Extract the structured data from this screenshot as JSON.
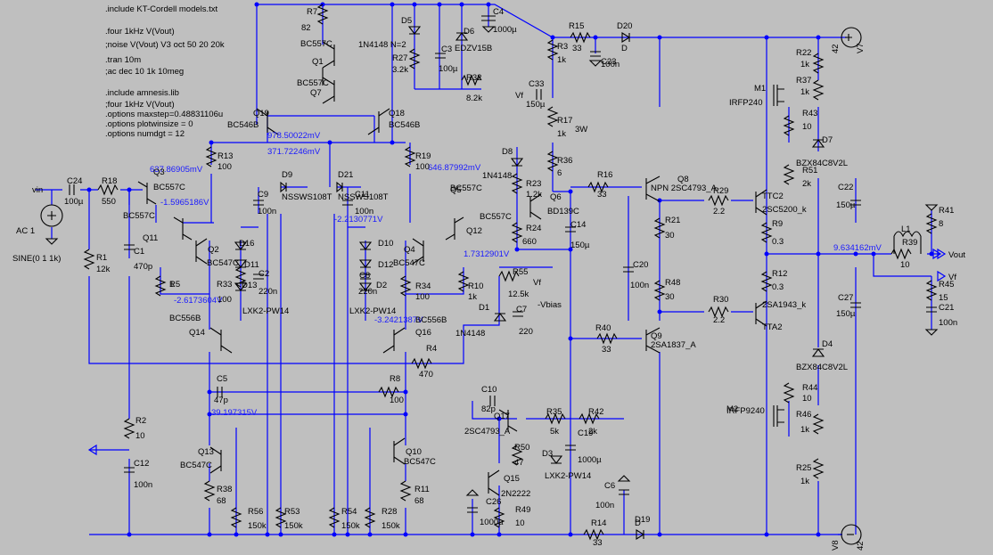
{
  "directives": [
    ".include KT-Cordell models.txt",
    ".four 1kHz V(Vout)",
    ";noise V(Vout) V3 oct 50 20 20k",
    ".tran 10m",
    ";ac dec 10 1k 10meg",
    ".include amnesis.lib",
    ";four 1kHz V(Vout)",
    ".options maxstep=0.48831106u",
    ".options plotwinsize = 0",
    ".options numdgt = 12"
  ],
  "labels": {
    "vin": "vin",
    "ac": "AC 1",
    "sine": "SINE(0 1 1k)",
    "vout": "Vout",
    "vf": "Vf",
    "vf2": "Vf",
    "vf3": "Vf",
    "vbias": "-Vbias",
    "w3": "3W",
    "v7": "V7",
    "v7v": "42",
    "v8": "V8",
    "v8v": "42"
  },
  "voltages": {
    "v1": "978.50022mV",
    "v2": "371.72246mV",
    "v3": "637.86905mV",
    "v4": "-1.5965186V",
    "v5": "646.87992mV",
    "v6": "-2.2130771V",
    "v7": "1.7312901V",
    "v8": "-2.6173604V",
    "v9": "-3.2421387V",
    "v10": "39.197315V",
    "v11": "9.634162mV"
  },
  "components": [
    {
      "ref": "R7",
      "val": "82"
    },
    {
      "ref": "D5",
      "val": "1N4148 N=2"
    },
    {
      "ref": "C4",
      "val": "1000µ"
    },
    {
      "ref": "R15",
      "val": "33"
    },
    {
      "ref": "D20",
      "val": "D"
    },
    {
      "ref": "C23",
      "val": "100n"
    },
    {
      "ref": "R3",
      "val": "1k"
    },
    {
      "ref": "Q1",
      "val": "BC557C"
    },
    {
      "ref": "R27",
      "val": "3.2k"
    },
    {
      "ref": "C3",
      "val": "100µ"
    },
    {
      "ref": "D6",
      "val": "EDZV15B"
    },
    {
      "ref": "R32",
      "val": "8.2k"
    },
    {
      "ref": "Q7",
      "val": "BC557C"
    },
    {
      "ref": "C33",
      "val": "150µ"
    },
    {
      "ref": "R17",
      "val": "1k"
    },
    {
      "ref": "Q19",
      "val": "BC546B"
    },
    {
      "ref": "Q18",
      "val": "BC546B"
    },
    {
      "ref": "R13",
      "val": "100"
    },
    {
      "ref": "R19",
      "val": "100"
    },
    {
      "ref": "D8",
      "val": "1N4148"
    },
    {
      "ref": "R36",
      "val": "6"
    },
    {
      "ref": "C24",
      "val": "100µ"
    },
    {
      "ref": "R18",
      "val": "550"
    },
    {
      "ref": "Q3",
      "val": "BC557C"
    },
    {
      "ref": "D9",
      "val": "NSSWS108T"
    },
    {
      "ref": "D21",
      "val": "NSSWS108T"
    },
    {
      "ref": "C9",
      "val": "100n"
    },
    {
      "ref": "C11",
      "val": "100n"
    },
    {
      "ref": "R23",
      "val": "1.2k"
    },
    {
      "ref": "Q6",
      "val": "BD139C"
    },
    {
      "ref": "R16",
      "val": "33"
    },
    {
      "ref": "Q5",
      "val": "BC557C"
    },
    {
      "ref": "Q11",
      "val": "BC557C"
    },
    {
      "ref": "Q12",
      "val": "BC557C"
    },
    {
      "ref": "D16",
      "val": ""
    },
    {
      "ref": "D10",
      "val": ""
    },
    {
      "ref": "R24",
      "val": "660"
    },
    {
      "ref": "C14",
      "val": "150µ"
    },
    {
      "ref": "R1",
      "val": "12k"
    },
    {
      "ref": "C1",
      "val": "470p"
    },
    {
      "ref": "Q2",
      "val": "BC547C"
    },
    {
      "ref": "D11",
      "val": ""
    },
    {
      "ref": "Q4",
      "val": "BC547C"
    },
    {
      "ref": "D12",
      "val": ""
    },
    {
      "ref": "R55",
      "val": "12.5k"
    },
    {
      "ref": "C2",
      "val": "220n"
    },
    {
      "ref": "C8",
      "val": "220n"
    },
    {
      "ref": "R5",
      "val": "1"
    },
    {
      "ref": "R33",
      "val": "100"
    },
    {
      "ref": "D13",
      "val": "LXK2-PW14"
    },
    {
      "ref": "D2",
      "val": "LXK2-PW14"
    },
    {
      "ref": "R34",
      "val": "100"
    },
    {
      "ref": "R10",
      "val": "1k"
    },
    {
      "ref": "D1",
      "val": "1N4148"
    },
    {
      "ref": "C7",
      "val": "220"
    },
    {
      "ref": "Q14",
      "val": "BC556B"
    },
    {
      "ref": "Q16",
      "val": "BC556B"
    },
    {
      "ref": "R4",
      "val": "470"
    },
    {
      "ref": "C5",
      "val": "47p"
    },
    {
      "ref": "R8",
      "val": "100"
    },
    {
      "ref": "C10",
      "val": "82p"
    },
    {
      "ref": "R35",
      "val": "5k"
    },
    {
      "ref": "R42",
      "val": "2k"
    },
    {
      "ref": "Q17",
      "val": "2SC4793_A"
    },
    {
      "ref": "C19",
      "val": "1000µ"
    },
    {
      "ref": "R50",
      "val": "47"
    },
    {
      "ref": "D3",
      "val": "LXK2-PW14"
    },
    {
      "ref": "Q15",
      "val": "2N2222"
    },
    {
      "ref": "C26",
      "val": "1000µ"
    },
    {
      "ref": "R49",
      "val": "10"
    },
    {
      "ref": "C6",
      "val": "100n"
    },
    {
      "ref": "R14",
      "val": "33"
    },
    {
      "ref": "D19",
      "val": "D"
    },
    {
      "ref": "R2",
      "val": "10"
    },
    {
      "ref": "C12",
      "val": "100n"
    },
    {
      "ref": "Q13",
      "val": "BC547C"
    },
    {
      "ref": "Q10",
      "val": "BC547C"
    },
    {
      "ref": "R38",
      "val": "68"
    },
    {
      "ref": "R11",
      "val": "68"
    },
    {
      "ref": "R56",
      "val": "150k"
    },
    {
      "ref": "R53",
      "val": "150k"
    },
    {
      "ref": "R54",
      "val": "150k"
    },
    {
      "ref": "R28",
      "val": "150k"
    },
    {
      "ref": "Q8",
      "val": "NPN 2SC4793_A"
    },
    {
      "ref": "R21",
      "val": "30"
    },
    {
      "ref": "C20",
      "val": "100n"
    },
    {
      "ref": "R48",
      "val": "30"
    },
    {
      "ref": "R40",
      "val": "33"
    },
    {
      "ref": "Q9",
      "val": "2SA1837_A"
    },
    {
      "ref": "R29",
      "val": "2.2"
    },
    {
      "ref": "R30",
      "val": "2.2"
    },
    {
      "ref": "R9",
      "val": "0.3"
    },
    {
      "ref": "R12",
      "val": "0.3"
    },
    {
      "ref": "M1",
      "val": "IRFP240"
    },
    {
      "ref": "M2",
      "val": "IRFP9240"
    },
    {
      "ref": "R43",
      "val": "10"
    },
    {
      "ref": "R44",
      "val": "10"
    },
    {
      "ref": "R51",
      "val": "2k"
    },
    {
      "ref": "R22",
      "val": "1k"
    },
    {
      "ref": "R37",
      "val": "1k"
    },
    {
      "ref": "R46",
      "val": "1k"
    },
    {
      "ref": "R25",
      "val": "1k"
    },
    {
      "ref": "D7",
      "val": "BZX84C8V2L"
    },
    {
      "ref": "D4",
      "val": "BZX84C8V2L"
    },
    {
      "ref": "C22",
      "val": "150µ"
    },
    {
      "ref": "C27",
      "val": "150µ"
    },
    {
      "ref": "L1",
      "val": ""
    },
    {
      "ref": "R39",
      "val": "10"
    },
    {
      "ref": "R41",
      "val": "8"
    },
    {
      "ref": "R45",
      "val": "15"
    },
    {
      "ref": "C21",
      "val": "100n"
    },
    {
      "ref": "TTC2",
      "val": "2SC5200_k"
    },
    {
      "ref": "TTA2",
      "val": "2SA1943_k"
    }
  ]
}
